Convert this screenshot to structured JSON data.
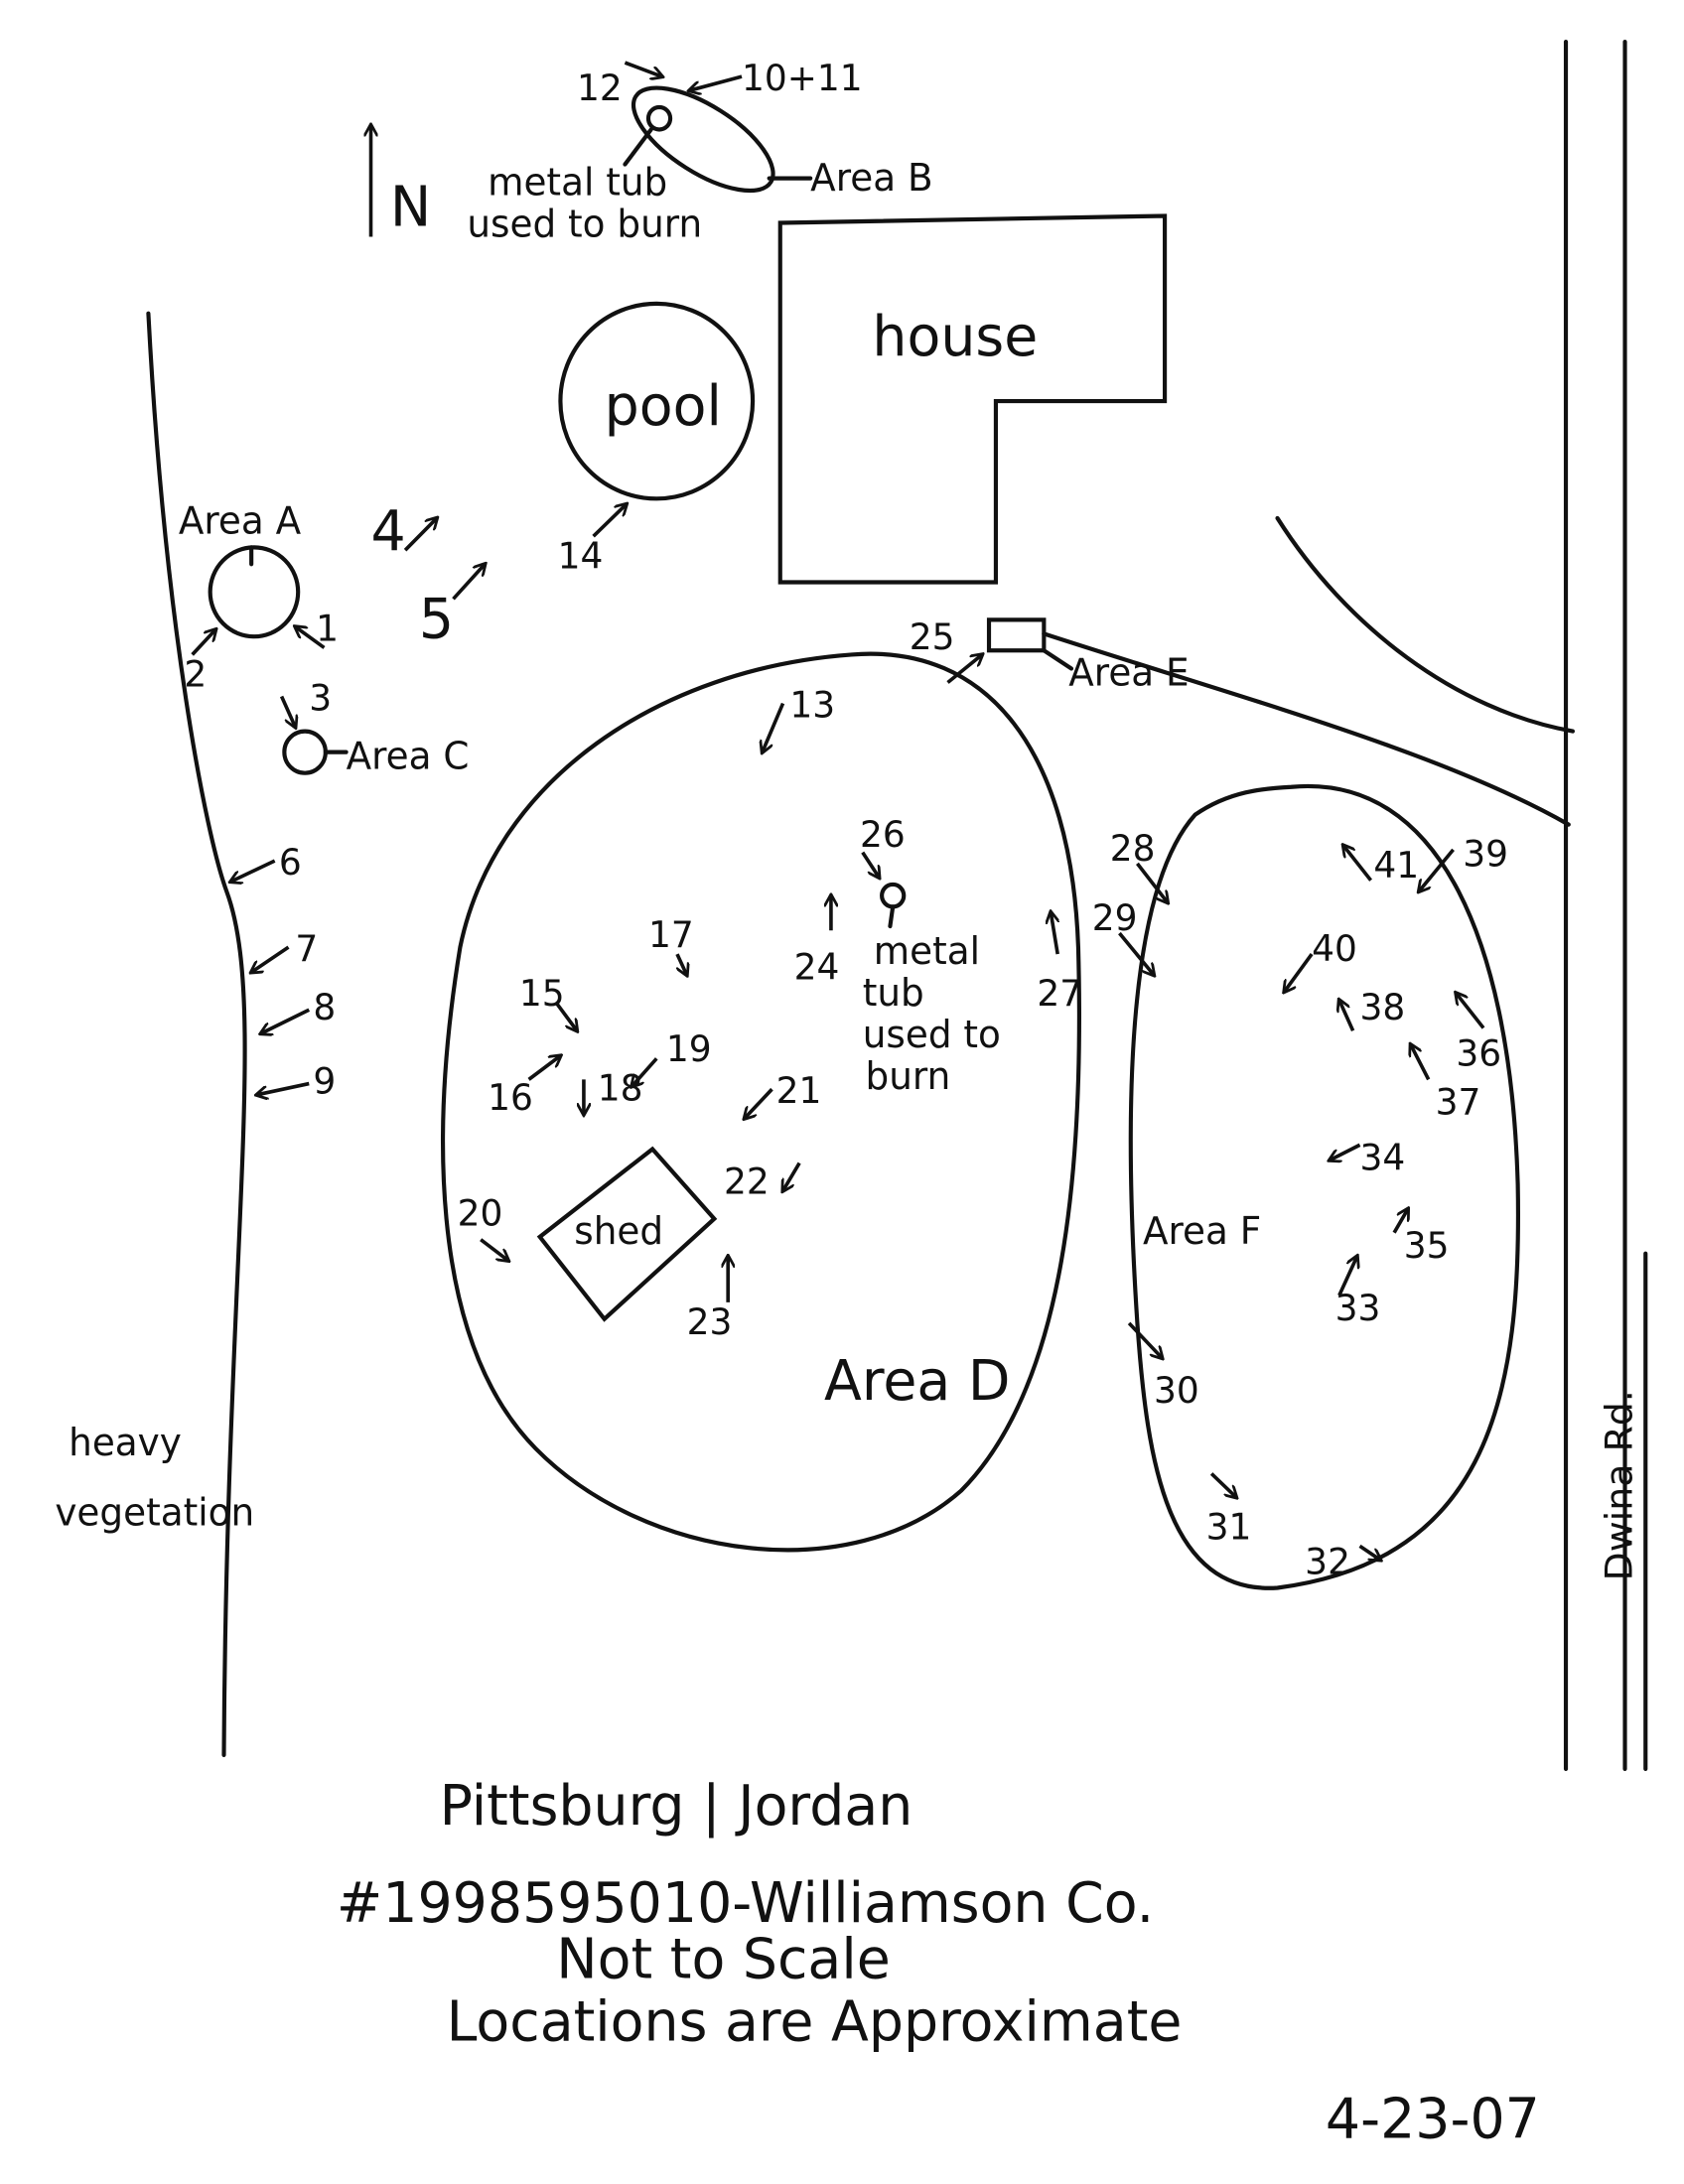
{
  "map": {
    "north": "N",
    "house": "house",
    "pool": "pool",
    "shed": "shed",
    "road": "Dwina Rd.",
    "vegetation": [
      "heavy",
      "vegetation"
    ],
    "areas": {
      "A": "Area A",
      "B": "Area B",
      "C": "Area C",
      "D": "Area D",
      "E": "Area E",
      "F": "Area F"
    },
    "tub_b": [
      "metal tub",
      "used to burn"
    ],
    "tub_d": [
      "metal",
      "tub",
      "used to",
      "burn"
    ],
    "photo_points": [
      "1",
      "2",
      "3",
      "4",
      "5",
      "6",
      "7",
      "8",
      "9",
      "10+11",
      "12",
      "13",
      "14",
      "15",
      "16",
      "17",
      "18",
      "19",
      "20",
      "21",
      "22",
      "23",
      "24",
      "25",
      "26",
      "27",
      "28",
      "29",
      "30",
      "31",
      "32",
      "33",
      "34",
      "35",
      "36",
      "37",
      "38",
      "39",
      "40",
      "41"
    ]
  },
  "footer": {
    "site": "Pittsburg | Jordan",
    "case": "#1998595010-Williamson Co.",
    "scale": "Not to Scale",
    "note": "Locations are Approximate",
    "date": "4-23-07"
  }
}
